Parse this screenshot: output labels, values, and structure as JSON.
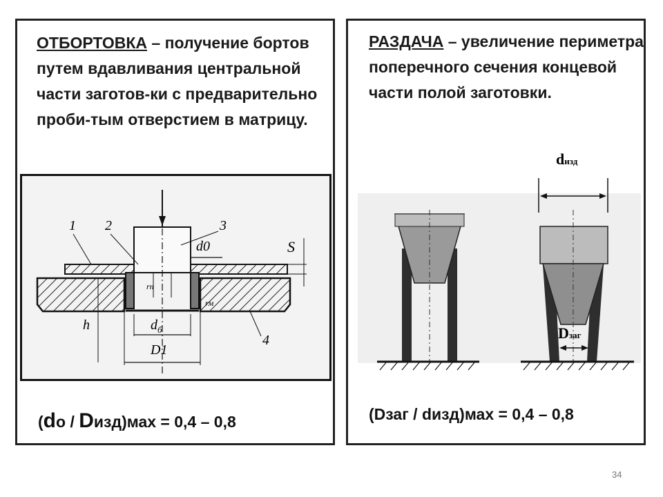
{
  "left": {
    "term": "ОТБОРТОВКА",
    "definition": " – получение бортов путем вдавливания центральной части заготов-ки с предварительно проби-тым отверстием в матрицу.",
    "figure_labels": {
      "part1": "1",
      "part2": "2",
      "part3": "3",
      "part4": "4",
      "d0": "d0",
      "s": "S",
      "h": "h",
      "r": "rм",
      "d": "d",
      "d_sub": "б",
      "D1": "D1",
      "r_punch": "rп"
    },
    "formula": {
      "open": "(",
      "d": "d",
      "d_sub": "o",
      "slash": " / ",
      "D": "D",
      "D_sub": "изд",
      "close": ")мах = 0,4 – 0,8"
    }
  },
  "right": {
    "term": "РАЗДАЧА",
    "definition": " – увеличение периметра поперечного сечения концевой части полой заготовки.",
    "figure_labels": {
      "d_top": "d",
      "d_top_sub": "изд",
      "D_bottom": "D",
      "D_bottom_sub": "заг"
    },
    "formula": "(Dзаг / dизд)мах = 0,4 – 0,8"
  },
  "page_number": "34"
}
